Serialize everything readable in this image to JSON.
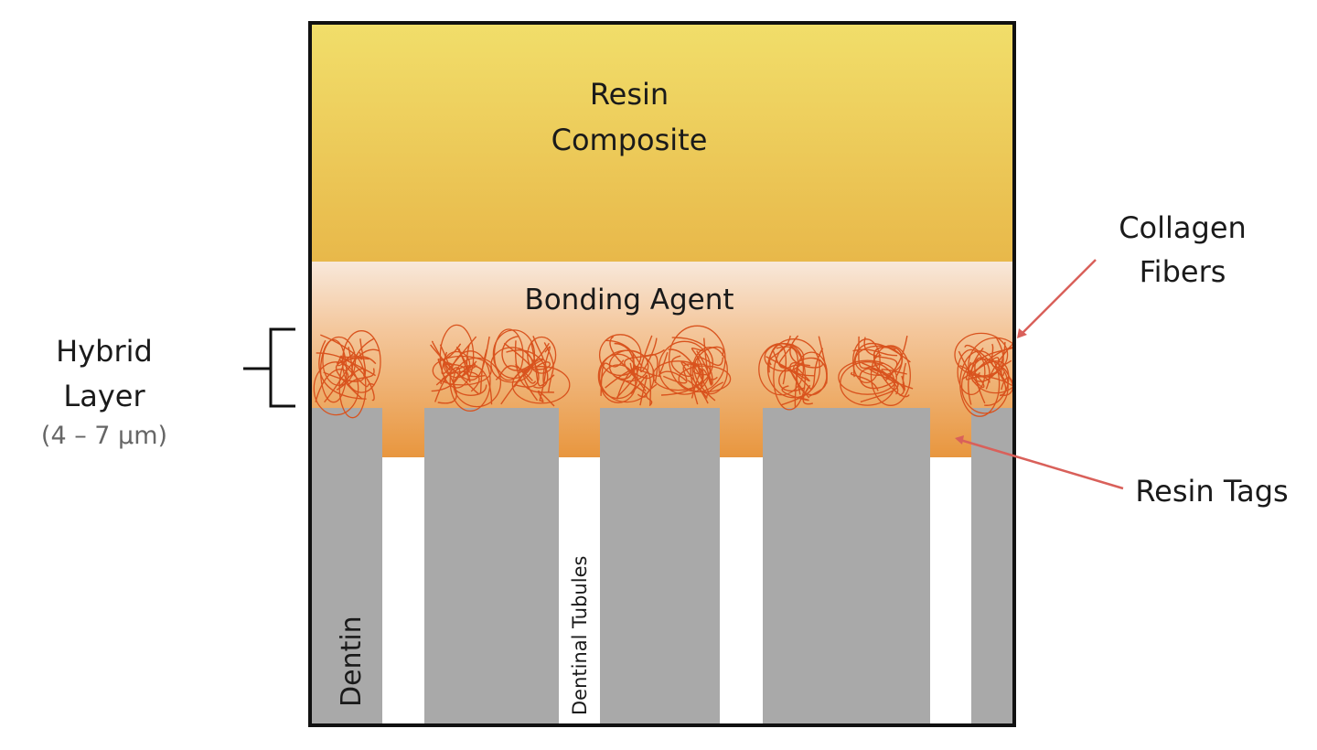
{
  "labels": {
    "resin_composite_line1": "Resin",
    "resin_composite_line2": "Composite",
    "bonding_agent": "Bonding Agent",
    "hybrid_layer_line1": "Hybrid",
    "hybrid_layer_line2": "Layer",
    "hybrid_layer_thickness": "(4 – 7 µm)",
    "collagen_fibers_line1": "Collagen",
    "collagen_fibers_line2": "Fibers",
    "resin_tags": "Resin Tags",
    "dentin": "Dentin",
    "dentinal_tubules": "Dentinal Tubules"
  },
  "colors": {
    "resin_composite_top": "#f1de6a",
    "resin_composite_bottom": "#e8b84a",
    "bonding_agent_top": "#f8e8da",
    "bonding_agent_bottom": "#e8963e",
    "dentin": "#a9a9a9",
    "collagen": "#d9531e",
    "pointer": "#d9605a",
    "frame": "#111111"
  }
}
